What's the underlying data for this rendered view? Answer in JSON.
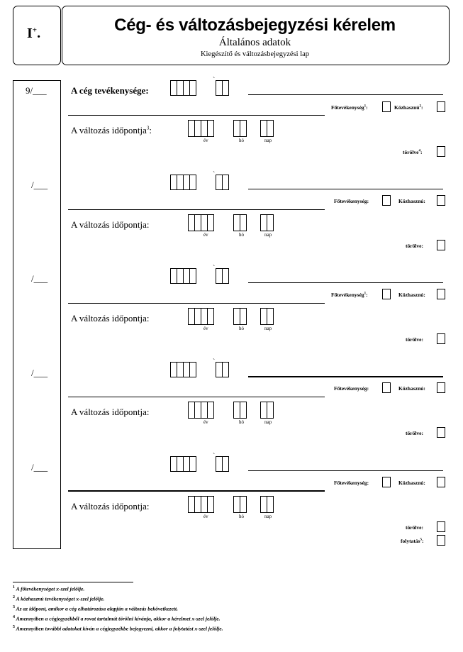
{
  "header": {
    "badge_main": "I",
    "badge_sup": "+",
    "badge_dot": ".",
    "title": "Cég- és változásbejegyzési kérelem",
    "subtitle": "Általános adatok",
    "subtitle2": "Kiegészítő és változásbejegyzési lap"
  },
  "left_column": {
    "row1_number": "9/___",
    "row_number": "/___"
  },
  "section1": {
    "label": "A cég tevékenysége:",
    "main_activity": "Főtevékenység",
    "main_activity_sup": "1",
    "public_benefit": "Közhasznú",
    "public_benefit_sup": "2",
    "change_date": "A változás időpontja",
    "change_date_sup": "3",
    "deleted": "törölve",
    "deleted_sup": "4"
  },
  "labels": {
    "main_activity": "Főtevékenység:",
    "public_benefit": "Közhasznú:",
    "change_date": "A változás időpontja:",
    "deleted": "törölve:",
    "year": "év",
    "month": "hó",
    "day": "nap",
    "continuation": "folytatás",
    "continuation_sup": "5",
    "colon": ":",
    "backtick": "`"
  },
  "footnotes": [
    {
      "n": "1",
      "text": "A főtevékenységet x-szel jelölje."
    },
    {
      "n": "2",
      "text": "A közhasznú tevékenységet x-szel jelölje."
    },
    {
      "n": "3",
      "text": "Az az időpont, amikor a cég elhatározása alapján a változás bekövetkezett."
    },
    {
      "n": "4",
      "text": "Amennyiben a cégjegyzékből a rovat tartalmát törölni kívánja, akkor a kérelmet x-szel jelölje."
    },
    {
      "n": "5",
      "text": "Amennyiben további adatokat kíván a cégjegyzékbe bejegyezni, akkor a folytatást x-szel jelölje."
    }
  ]
}
